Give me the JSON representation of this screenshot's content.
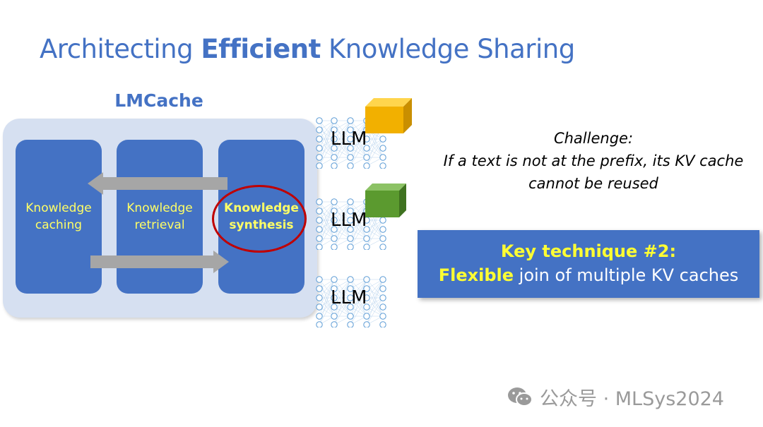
{
  "slide": {
    "title_pre": "Architecting ",
    "title_bold": "Efficient",
    "title_post": " Knowledge Sharing"
  },
  "lmcache": {
    "label": "LMCache",
    "modules": [
      {
        "line1": "Knowledge",
        "line2": "caching"
      },
      {
        "line1": "Knowledge",
        "line2": "retrieval"
      },
      {
        "line1": "Knowledge",
        "line2": "synthesis"
      }
    ]
  },
  "llms": [
    {
      "label": "LLM",
      "cache_color": "#f2b000"
    },
    {
      "label": "LLM",
      "cache_color": "#5b9a2f"
    },
    {
      "label": "LLM"
    }
  ],
  "challenge": {
    "line1": "Challenge:",
    "line2": "If a text is not at the prefix, its KV cache",
    "line3": "cannot be reused"
  },
  "key_technique": {
    "title": "Key technique #2:",
    "highlight": "Flexible",
    "rest": " join of multiple KV caches"
  },
  "watermark": {
    "text": "公众号 · MLSys2024"
  },
  "colors": {
    "accent": "#4472c4",
    "highlight_text": "#ffff33",
    "ring": "#c00000",
    "panel": "#d6e0f1"
  }
}
